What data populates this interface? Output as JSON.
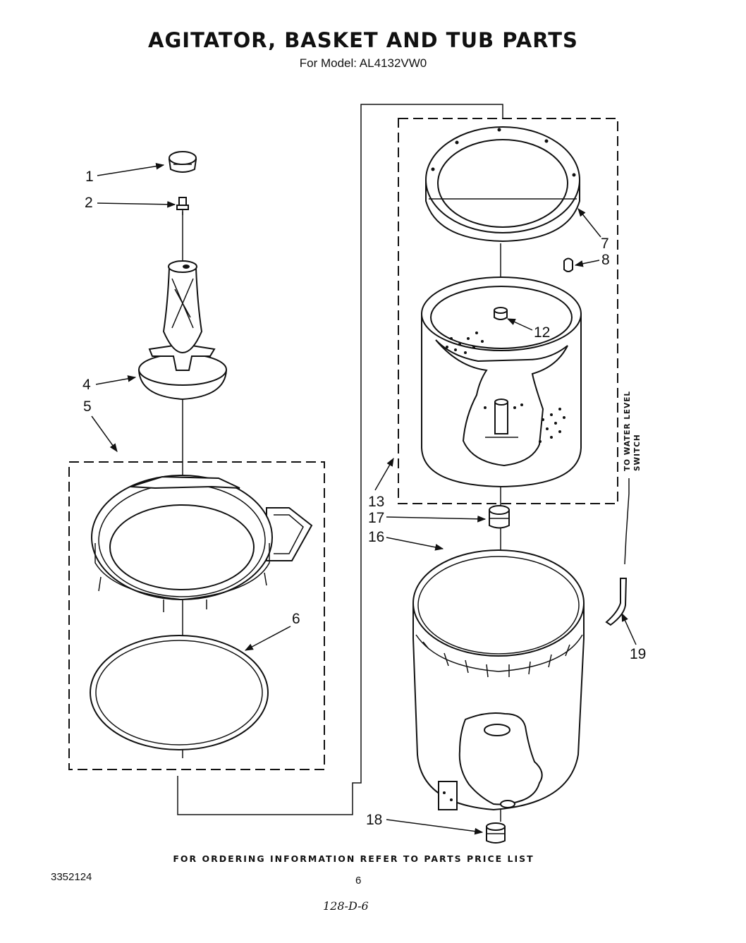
{
  "header": {
    "title": "AGITATOR, BASKET AND TUB PARTS",
    "subtitle": "For Model: AL4132VW0"
  },
  "callouts": [
    "1",
    "2",
    "4",
    "5",
    "6",
    "7",
    "8",
    "12",
    "13",
    "16",
    "17",
    "18",
    "19"
  ],
  "side_label": {
    "line1": "TO WATER LEVEL",
    "line2": "SWITCH"
  },
  "footer": {
    "ordering_note": "FOR ORDERING INFORMATION REFER TO PARTS PRICE LIST",
    "document_number": "3352124",
    "page_number": "6",
    "handwritten_code": "128-D-6"
  }
}
